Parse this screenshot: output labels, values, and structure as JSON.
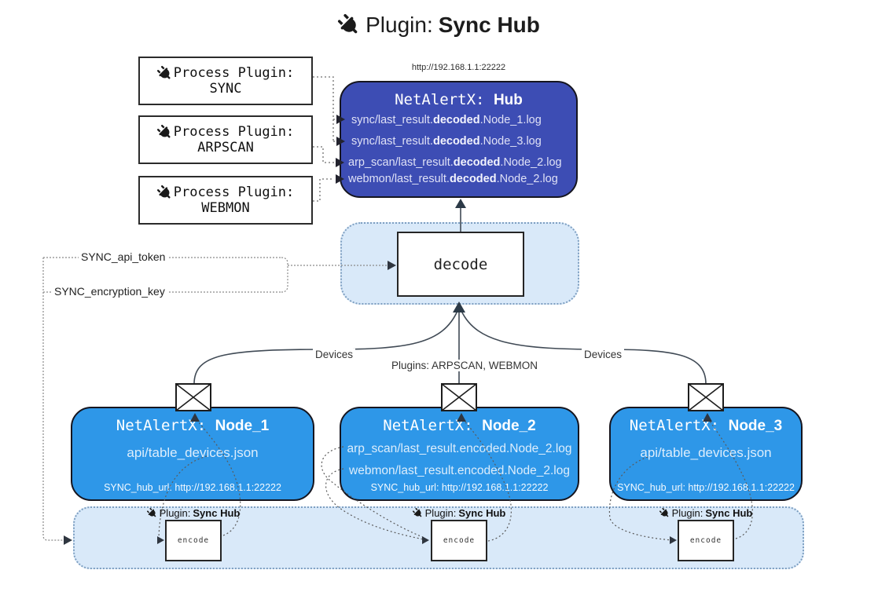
{
  "colors": {
    "hub_fill": "#3d4db4",
    "node_fill": "#2e97e8",
    "container_fill": "#d9e9f9",
    "container_border": "#7e9fc1"
  },
  "title": {
    "prefix": "Plugin:",
    "name": "Sync Hub"
  },
  "process_plugins": [
    {
      "label": "Process Plugin:",
      "name": "SYNC"
    },
    {
      "label": "Process Plugin:",
      "name": "ARPSCAN"
    },
    {
      "label": "Process Plugin:",
      "name": "WEBMON"
    }
  ],
  "hub": {
    "url": "http://192.168.1.1:22222",
    "title_prefix": "NetAlertX: ",
    "title_name": "Hub",
    "lines": [
      {
        "pre": "sync/last_result.",
        "bold": "decoded",
        "post": ".Node_1.log"
      },
      {
        "pre": "sync/last_result.",
        "bold": "decoded",
        "post": ".Node_3.log"
      },
      {
        "pre": "arp_scan/last_result.",
        "bold": "decoded",
        "post": ".Node_2.log"
      },
      {
        "pre": "webmon/last_result.",
        "bold": "decoded",
        "post": ".Node_2.log"
      }
    ]
  },
  "decode_box": {
    "label": "decode"
  },
  "config_labels": {
    "api_token": "SYNC_api_token",
    "encryption_key": "SYNC_encryption_key"
  },
  "edge_labels": {
    "devices_left": "Devices",
    "plugins_mid": "Plugins: ARPSCAN, WEBMON",
    "devices_right": "Devices"
  },
  "nodes": [
    {
      "title_prefix": "NetAlertX: ",
      "title_name": "Node_1",
      "lines": [
        "api/table_devices.json"
      ],
      "hub_url": "SYNC_hub_url: http://192.168.1.1:22222"
    },
    {
      "title_prefix": "NetAlertX: ",
      "title_name": "Node_2",
      "lines": [
        "arp_scan/last_result.encoded.Node_2.log",
        "webmon/last_result.encoded.Node_2.log"
      ],
      "hub_url": "SYNC_hub_url: http://192.168.1.1:22222"
    },
    {
      "title_prefix": "NetAlertX: ",
      "title_name": "Node_3",
      "lines": [
        "api/table_devices.json"
      ],
      "hub_url": "SYNC_hub_url: http://192.168.1.1:22222"
    }
  ],
  "encoders": [
    {
      "plugin_prefix": "Plugin: ",
      "plugin_name": "Sync Hub",
      "box_label": "encode"
    },
    {
      "plugin_prefix": "Plugin: ",
      "plugin_name": "Sync Hub",
      "box_label": "encode"
    },
    {
      "plugin_prefix": "Plugin: ",
      "plugin_name": "Sync Hub",
      "box_label": "encode"
    }
  ]
}
